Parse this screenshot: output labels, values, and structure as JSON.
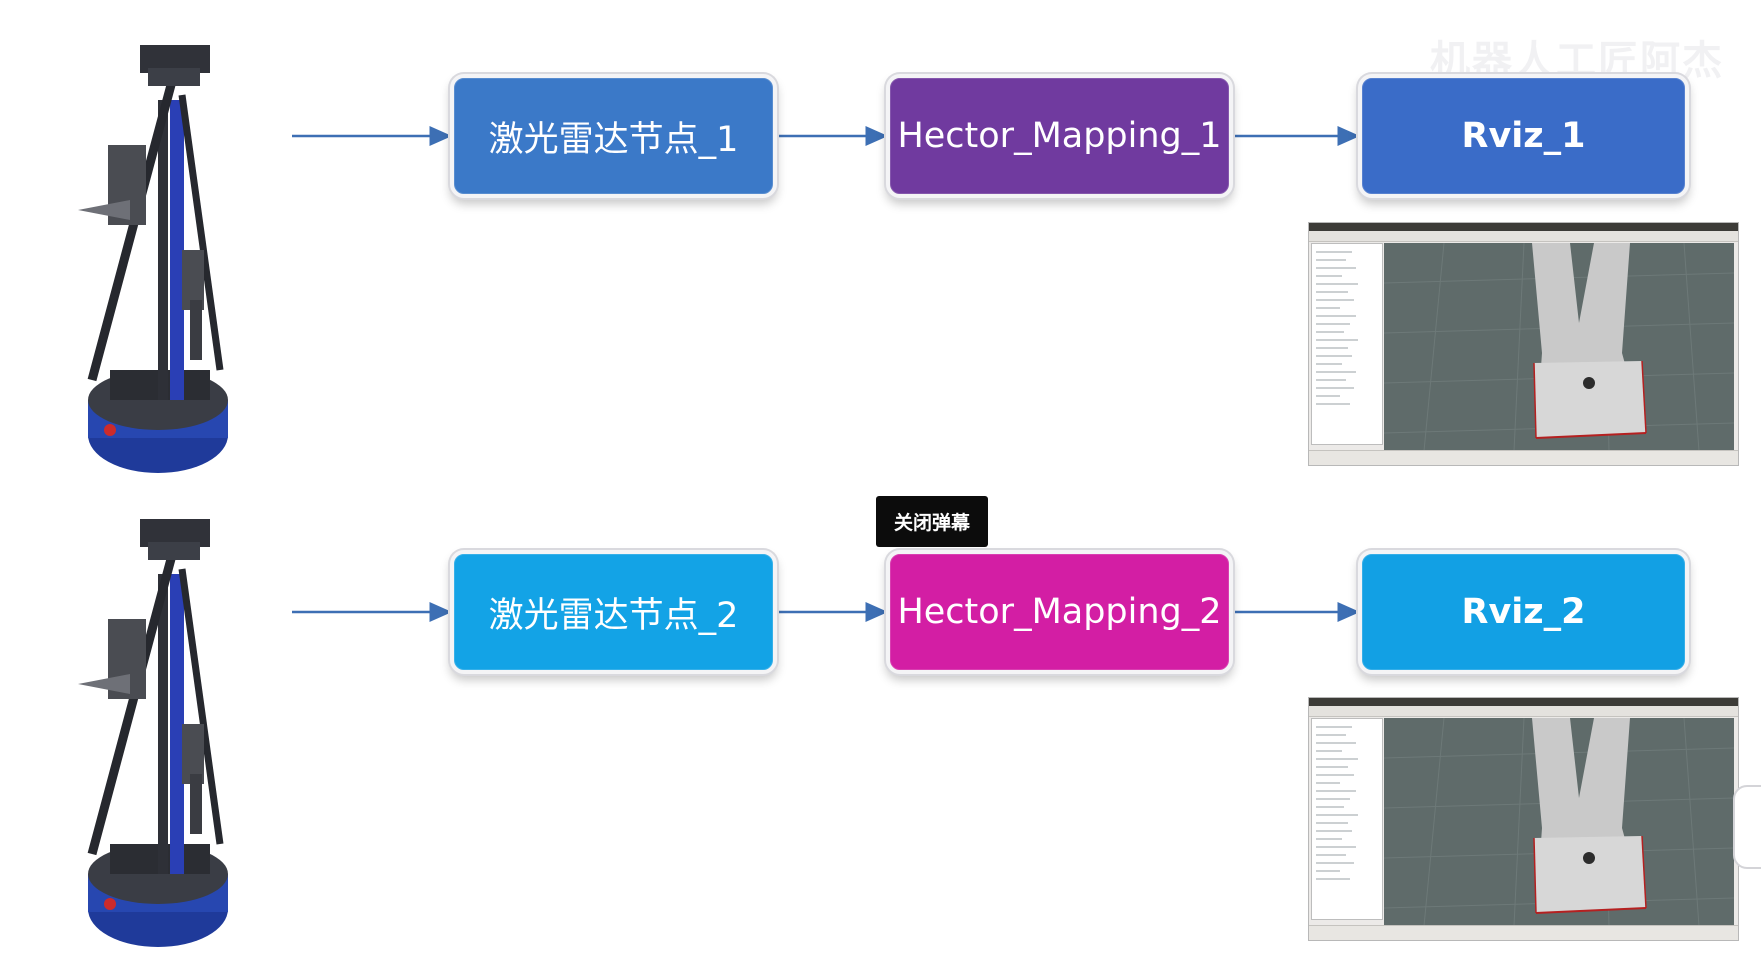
{
  "rows": [
    {
      "laser_node": "激光雷达节点_1",
      "hector_node": "Hector_Mapping_1",
      "rviz_node": "Rviz_1",
      "colors": {
        "laser": "#3b79c8",
        "hector": "#703a9f",
        "rviz": "#3a6cc8"
      }
    },
    {
      "laser_node": "激光雷达节点_2",
      "hector_node": "Hector_Mapping_2",
      "rviz_node": "Rviz_2",
      "colors": {
        "laser": "#13a3e6",
        "hector": "#d31ea4",
        "rviz": "#12a0e4"
      }
    }
  ],
  "tooltip": {
    "label": "关闭弹幕"
  },
  "icons": {
    "robot": "robot-image",
    "rviz_screenshot": "rviz-map-screenshot",
    "arrow": "arrow-right-icon"
  },
  "watermark": {
    "text": "机器人工匠阿杰"
  }
}
